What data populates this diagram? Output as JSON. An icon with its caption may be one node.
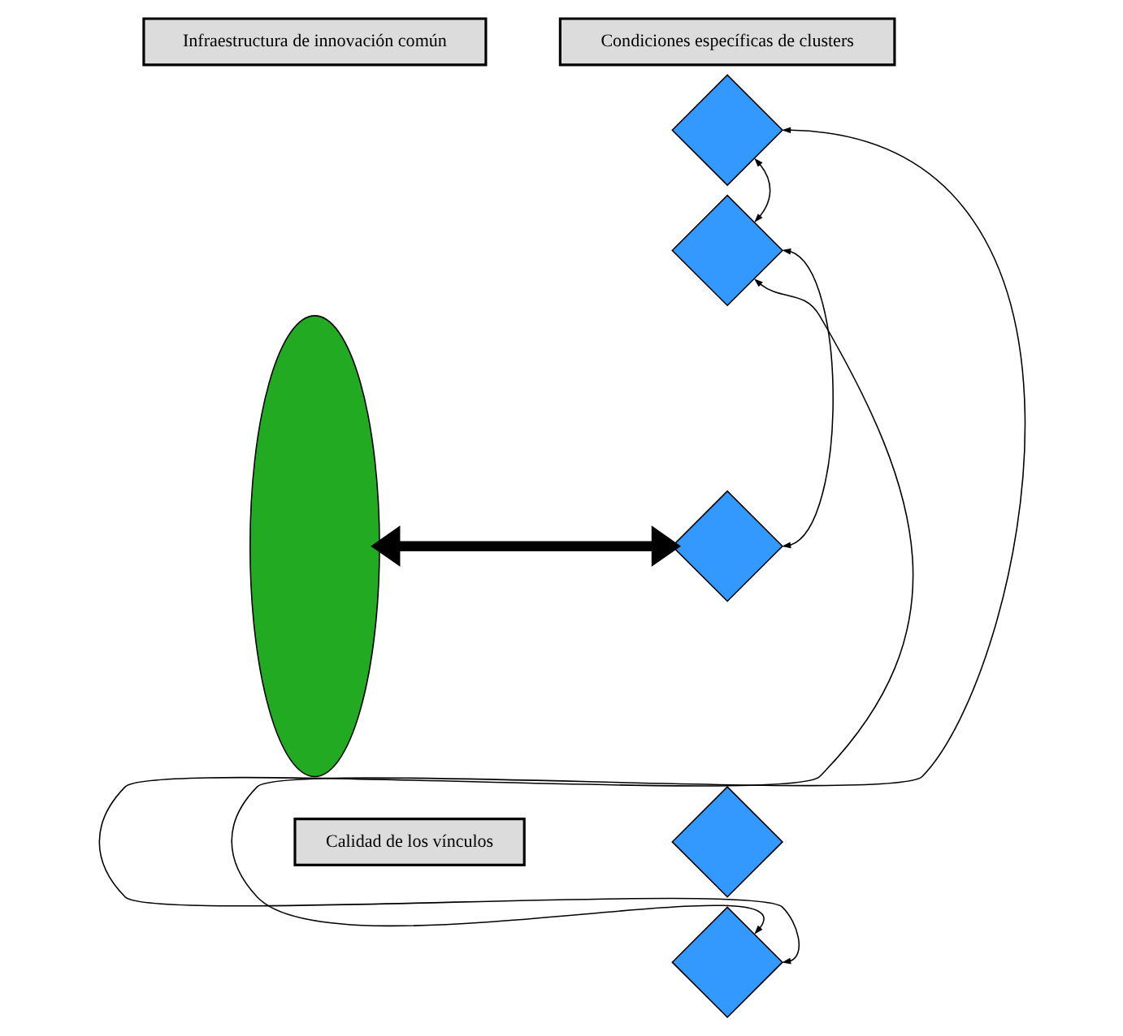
{
  "diagram": {
    "nodes": [
      {
        "text": [
          "Infraestructura de innovación común"
        ]
      },
      {
        "text": [],
        "shape": "ellipse"
      },
      {
        "text": [
          "Condiciones específicas de clusters"
        ]
      },
      {
        "text": [],
        "shape": "diamond"
      },
      {
        "text": [],
        "shape": "diamond"
      },
      {
        "text": [],
        "shape": "diamond"
      },
      {
        "text": [],
        "shape": "diamond"
      },
      {
        "text": [],
        "shape": "diamond"
      },
      {
        "text": [
          "Calidad de los vínculos"
        ]
      }
    ],
    "edges": [
      {
        "from": 1,
        "to": 5,
        "arrow": "both",
        "style": "thick"
      },
      {
        "from": 3,
        "to": 4,
        "arrow": "both"
      },
      {
        "from": 3,
        "to": 7,
        "arrow": "both"
      },
      {
        "from": 4,
        "to": 5,
        "arrow": "both"
      },
      {
        "from": 4,
        "to": 7,
        "arrow": "both"
      }
    ]
  }
}
